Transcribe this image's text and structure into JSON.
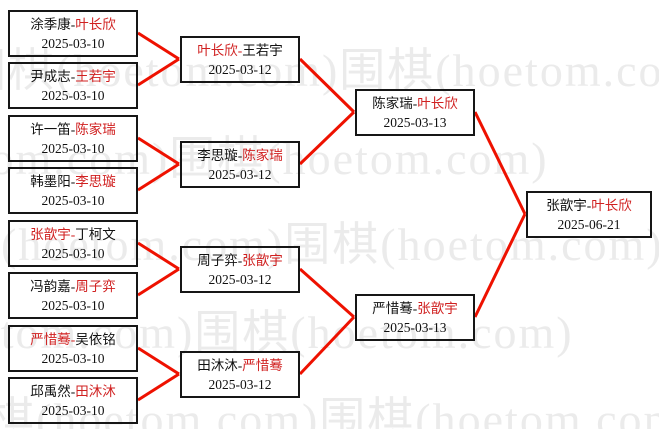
{
  "sep": "-",
  "watermark": {
    "text": "围棋(hoetom.com)围棋(hoetom.com)",
    "color": "#ebebeb"
  },
  "colors": {
    "winner_red": "#d02020",
    "line_red": "#ee1100",
    "text": "#111111",
    "border": "#161616"
  },
  "r1": [
    {
      "p1": "涂季康",
      "p2": "叶长欣",
      "c1": "lose",
      "c2": "win",
      "date": "2025-03-10"
    },
    {
      "p1": "尹成志",
      "p2": "王若宇",
      "c1": "lose",
      "c2": "win",
      "date": "2025-03-10"
    },
    {
      "p1": "许一笛",
      "p2": "陈家瑞",
      "c1": "lose",
      "c2": "win",
      "date": "2025-03-10"
    },
    {
      "p1": "韩墨阳",
      "p2": "李思璇",
      "c1": "lose",
      "c2": "win",
      "date": "2025-03-10"
    },
    {
      "p1": "张歆宇",
      "p2": "丁柯文",
      "c1": "win",
      "c2": "lose",
      "date": "2025-03-10"
    },
    {
      "p1": "冯韵嘉",
      "p2": "周子弈",
      "c1": "lose",
      "c2": "win",
      "date": "2025-03-10"
    },
    {
      "p1": "严惜蓦",
      "p2": "吴依铭",
      "c1": "win",
      "c2": "lose",
      "date": "2025-03-10"
    },
    {
      "p1": "邱禹然",
      "p2": "田沐沐",
      "c1": "lose",
      "c2": "win",
      "date": "2025-03-10"
    }
  ],
  "r2": [
    {
      "p1": "叶长欣",
      "p2": "王若宇",
      "c1": "win",
      "c2": "lose",
      "date": "2025-03-12"
    },
    {
      "p1": "李思璇",
      "p2": "陈家瑞",
      "c1": "lose",
      "c2": "win",
      "date": "2025-03-12"
    },
    {
      "p1": "周子弈",
      "p2": "张歆宇",
      "c1": "lose",
      "c2": "win",
      "date": "2025-03-12"
    },
    {
      "p1": "田沐沐",
      "p2": "严惜蓦",
      "c1": "lose",
      "c2": "win",
      "date": "2025-03-12"
    }
  ],
  "r3": [
    {
      "p1": "陈家瑞",
      "p2": "叶长欣",
      "c1": "lose",
      "c2": "win",
      "date": "2025-03-13"
    },
    {
      "p1": "严惜蓦",
      "p2": "张歆宇",
      "c1": "lose",
      "c2": "win",
      "date": "2025-03-13"
    }
  ],
  "final": [
    {
      "p1": "张歆宇",
      "p2": "叶长欣",
      "c1": "lose",
      "c2": "win",
      "date": "2025-06-21"
    }
  ]
}
